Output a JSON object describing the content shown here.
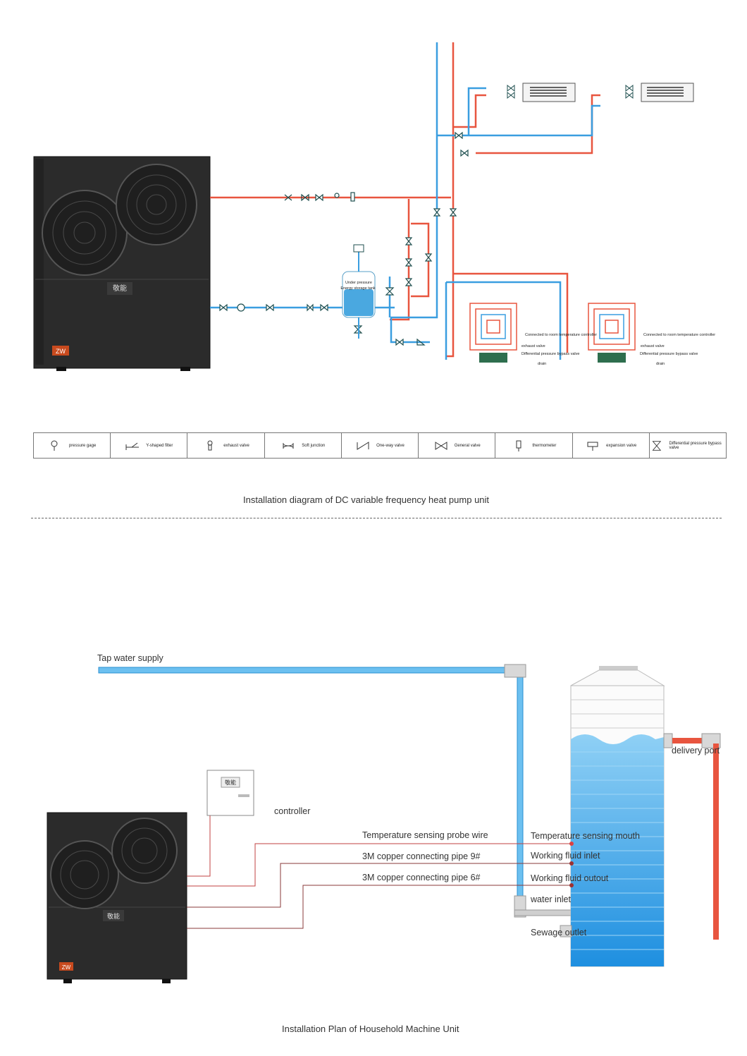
{
  "diagram1": {
    "caption": "Installation diagram of DC variable frequency heat pump unit",
    "tank_label": "Energy storage tank",
    "tank_sublabel": "Under pressure",
    "room_notes": {
      "controller": "Connected to room temperature controller",
      "exhaust": "exhaust valve",
      "bypass": "Differential pressure bypass valve",
      "drain": "drain"
    },
    "unit_brand": "敬能",
    "unit_badge": "ZW"
  },
  "legend": [
    {
      "icon": "pressure-gage-icon",
      "label": "pressure gage"
    },
    {
      "icon": "y-filter-icon",
      "label": "Y-shaped filter"
    },
    {
      "icon": "exhaust-valve-icon",
      "label": "exhaust valve"
    },
    {
      "icon": "soft-junction-icon",
      "label": "Soft junction"
    },
    {
      "icon": "one-way-valve-icon",
      "label": "One-way valve"
    },
    {
      "icon": "general-valve-icon",
      "label": "General valve"
    },
    {
      "icon": "thermometer-icon",
      "label": "thermometer"
    },
    {
      "icon": "expansion-valve-icon",
      "label": "expansion valve"
    },
    {
      "icon": "bypass-valve-icon",
      "label": "Differential pressure bypass valve"
    }
  ],
  "diagram2": {
    "caption": "Installation Plan of Household Machine Unit",
    "tap_water": "Tap water supply",
    "controller": "controller",
    "probe_wire": "Temperature sensing probe wire",
    "pipe9": "3M copper connecting pipe 9#",
    "pipe6": "3M copper connecting pipe 6#",
    "temp_mouth": "Temperature sensing mouth",
    "fluid_inlet": "Working fluid inlet",
    "fluid_outlet": "Working fluid outout",
    "water_inlet": "water inlet",
    "sewage": "Sewage outlet",
    "delivery": "delivery port"
  },
  "colors": {
    "hot": "#e8553f",
    "cold": "#3a9ee0",
    "unit": "#2c2c2c",
    "wire": "#b03030"
  }
}
